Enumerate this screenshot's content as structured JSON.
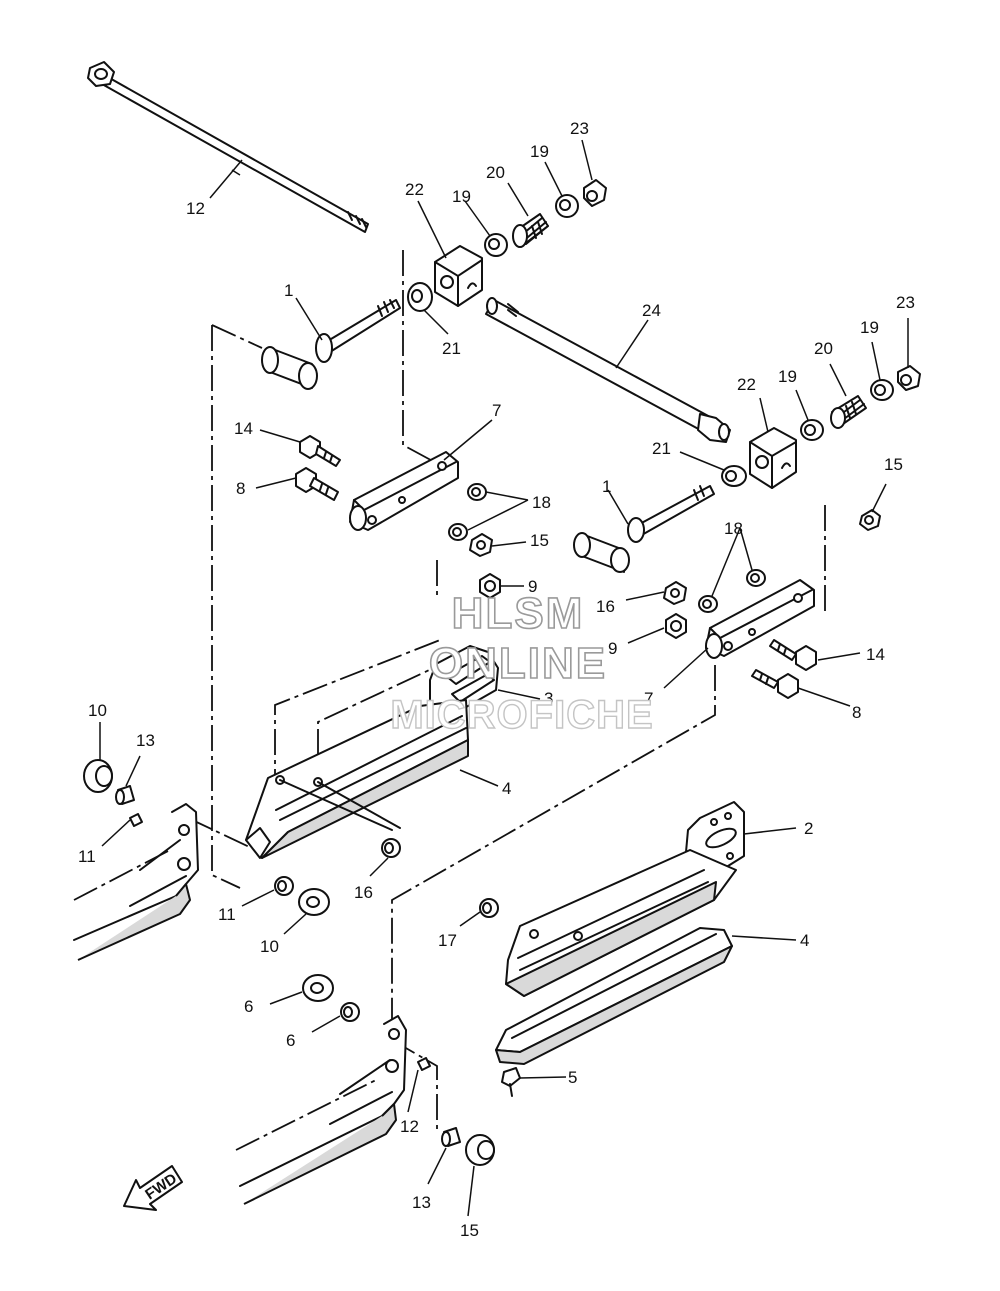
{
  "watermark": {
    "line1": "HLSM",
    "line2": "ONLINE",
    "line3": "MICROFICHE"
  },
  "direction_label": "FWD",
  "callouts": [
    {
      "id": "c1a",
      "label": "1"
    },
    {
      "id": "c1b",
      "label": "1"
    },
    {
      "id": "c2",
      "label": "2"
    },
    {
      "id": "c3",
      "label": "3"
    },
    {
      "id": "c4a",
      "label": "4"
    },
    {
      "id": "c4b",
      "label": "4"
    },
    {
      "id": "c5",
      "label": "5"
    },
    {
      "id": "c6a",
      "label": "6"
    },
    {
      "id": "c6b",
      "label": "6"
    },
    {
      "id": "c7a",
      "label": "7"
    },
    {
      "id": "c7b",
      "label": "7"
    },
    {
      "id": "c8a",
      "label": "8"
    },
    {
      "id": "c8b",
      "label": "8"
    },
    {
      "id": "c9a",
      "label": "9"
    },
    {
      "id": "c9b",
      "label": "9"
    },
    {
      "id": "c10a",
      "label": "10"
    },
    {
      "id": "c10b",
      "label": "10"
    },
    {
      "id": "c11a",
      "label": "11"
    },
    {
      "id": "c11b",
      "label": "11"
    },
    {
      "id": "c12a",
      "label": "12"
    },
    {
      "id": "c12b",
      "label": "12"
    },
    {
      "id": "c13a",
      "label": "13"
    },
    {
      "id": "c13b",
      "label": "13"
    },
    {
      "id": "c14a",
      "label": "14"
    },
    {
      "id": "c14b",
      "label": "14"
    },
    {
      "id": "c15a",
      "label": "15"
    },
    {
      "id": "c15b",
      "label": "15"
    },
    {
      "id": "c15c",
      "label": "15"
    },
    {
      "id": "c16a",
      "label": "16"
    },
    {
      "id": "c16b",
      "label": "16"
    },
    {
      "id": "c17",
      "label": "17"
    },
    {
      "id": "c18a",
      "label": "18"
    },
    {
      "id": "c18b",
      "label": "18"
    },
    {
      "id": "c19a",
      "label": "19"
    },
    {
      "id": "c19b",
      "label": "19"
    },
    {
      "id": "c19c",
      "label": "19"
    },
    {
      "id": "c19d",
      "label": "19"
    },
    {
      "id": "c20a",
      "label": "20"
    },
    {
      "id": "c20b",
      "label": "20"
    },
    {
      "id": "c21a",
      "label": "21"
    },
    {
      "id": "c21b",
      "label": "21"
    },
    {
      "id": "c22a",
      "label": "22"
    },
    {
      "id": "c22b",
      "label": "22"
    },
    {
      "id": "c23a",
      "label": "23"
    },
    {
      "id": "c23b",
      "label": "23"
    },
    {
      "id": "c24",
      "label": "24"
    }
  ]
}
